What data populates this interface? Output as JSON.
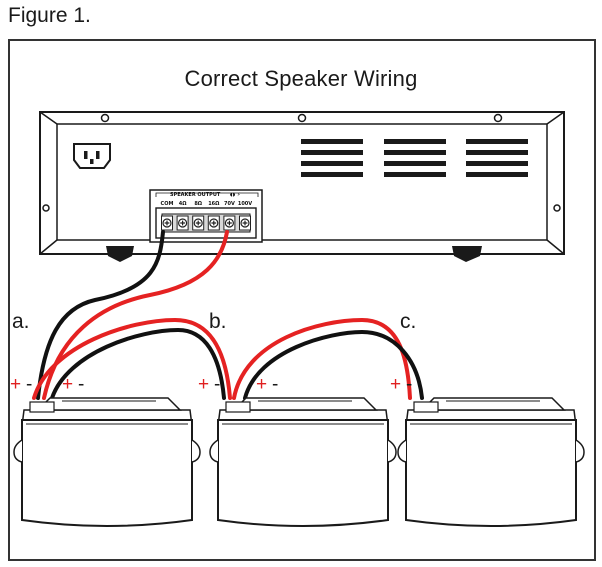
{
  "figure_label": "Figure 1.",
  "title": "Correct Speaker Wiring",
  "amplifier": {
    "output_header": "SPEAKER OUTPUT",
    "terminals": [
      "COM",
      "4Ω",
      "8Ω",
      "16Ω",
      "70V",
      "100V"
    ]
  },
  "speakers": [
    {
      "label": "a.",
      "plus": "+",
      "minus": "-"
    },
    {
      "label": "b.",
      "plus": "+",
      "minus": "-"
    },
    {
      "label": "c.",
      "plus": "+",
      "minus": "-"
    }
  ],
  "colors": {
    "wire_positive": "#e52222",
    "wire_negative": "#111111",
    "outline": "#1a1a1a"
  }
}
